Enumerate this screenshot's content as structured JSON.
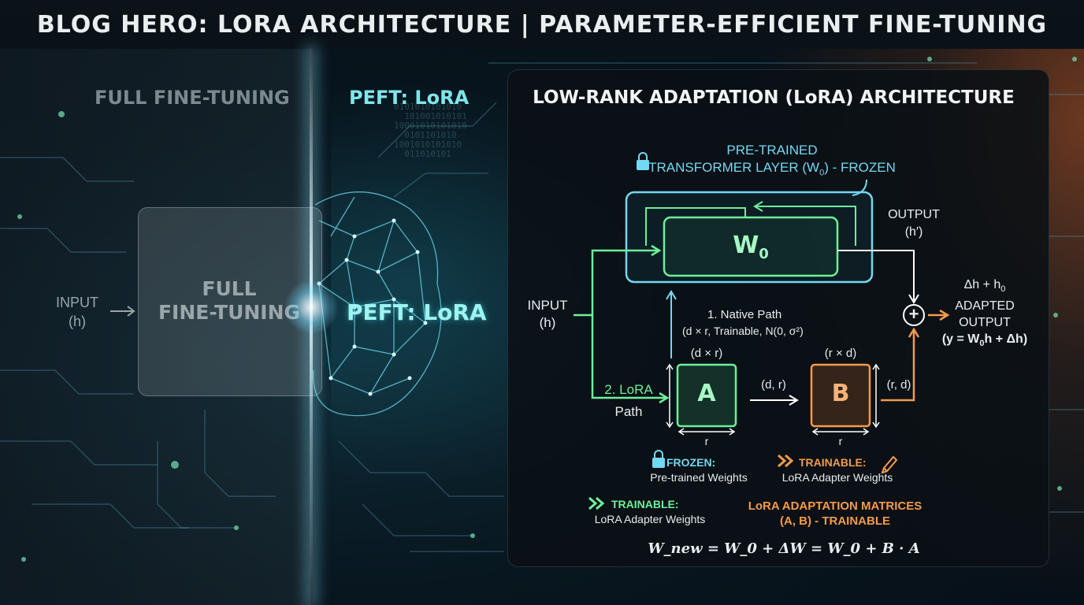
{
  "header": {
    "title": "BLOG HERO: LORA ARCHITECTURE | PARAMETER-EFFICIENT FINE-TUNING"
  },
  "left": {
    "section_label": "FULL FINE-TUNING",
    "box_line1": "FULL",
    "box_line2": "FINE-TUNING",
    "input_line1": "INPUT",
    "input_line2": "(h)"
  },
  "middle": {
    "section_label": "PEFT: LoRA",
    "brain_label": "PEFT: LoRA"
  },
  "panel": {
    "title": "LOW-RANK ADAPTATION (LoRA) ARCHITECTURE",
    "pretrained_line1": "PRE-TRAINED",
    "pretrained_line2": "TRANSFORMER LAYER (W",
    "pretrained_sub": "0",
    "pretrained_suffix": ") - FROZEN",
    "w0_main": "W",
    "w0_sub": "0",
    "output_line1": "OUTPUT",
    "output_line2": "(h′)",
    "input_line1": "INPUT",
    "input_line2": "(h)",
    "native_path_line1": "1. Native Path",
    "native_path_line2": "(d × r, Trainable, N(0, σ²)",
    "lora_path_line1": "2. LoRA",
    "lora_path_line2": "Path",
    "a_label": "A",
    "a_top": "(d × r)",
    "a_bottom": "r",
    "b_label": "B",
    "b_top": "(r × d)",
    "b_bottom": "r",
    "dr_label": "(d, r)",
    "rd_label": "(r, d)",
    "sum_symbol": "+",
    "delta_line1": "Δh + h",
    "delta_sub": "0",
    "adapted_line1": "ADAPTED",
    "adapted_line2": "OUTPUT",
    "adapted_eq_pre": "(y = W",
    "adapted_eq_sub": "0",
    "adapted_eq_post": "h + Δh)",
    "frozen_title": "FROZEN:",
    "frozen_desc": "Pre-trained Weights",
    "trainable_title": "TRAINABLE:",
    "trainable_desc": "LoRA Adapter Weights",
    "trainable2_title": "TRAINABLE:",
    "trainable2_desc": "LoRA Adapter Weights",
    "matrices_line1": "LoRA ADAPTATION MATRICES",
    "matrices_line2": "(A, B) - TRAINABLE",
    "formula": "W_new = W_0 + ΔW = W_0 + B · A"
  },
  "colors": {
    "cyan": "#73d8f2",
    "green": "#6ef09a",
    "orange": "#f39a4c",
    "background": "#07121a"
  },
  "icons": [
    "lock-icon",
    "chevrons-icon",
    "pencil-icon",
    "plus-circle-icon",
    "brain-network-icon"
  ]
}
